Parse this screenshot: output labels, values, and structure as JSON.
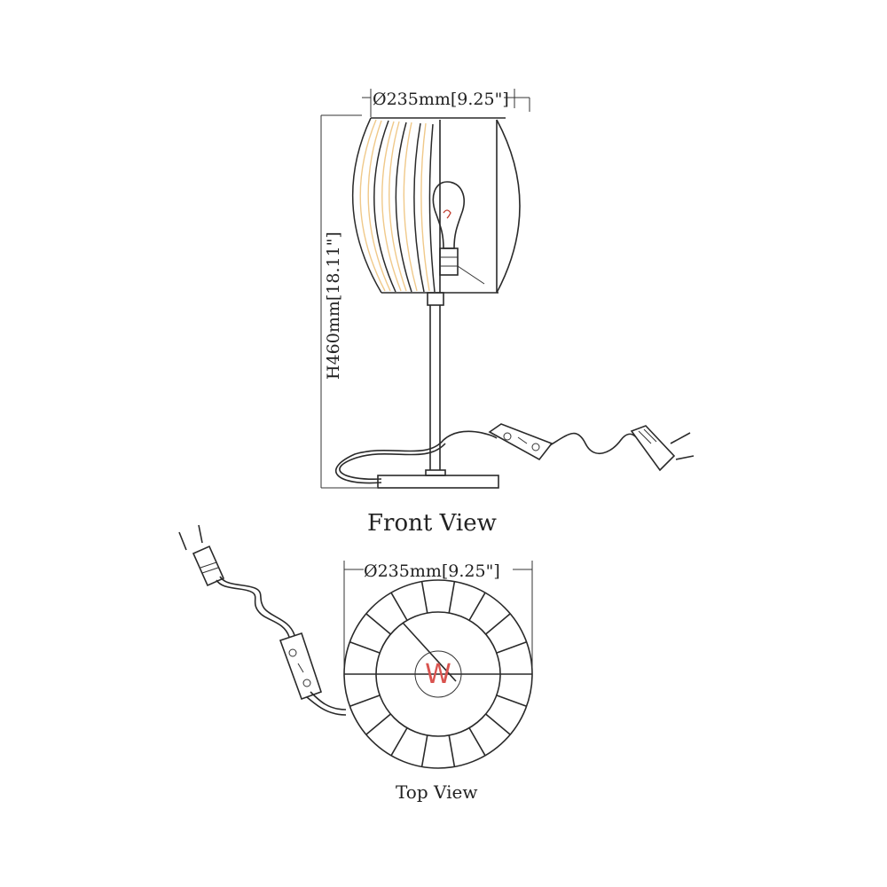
{
  "front_view": {
    "label": "Front View",
    "width_dim": "Ø235mm[9.25\"]",
    "height_dim": "H460mm[18.11\"]"
  },
  "top_view": {
    "label": "Top View",
    "width_dim": "Ø235mm[9.25\"]",
    "center_mark": "W"
  },
  "colors": {
    "line": "#2a2a2a",
    "rib_highlight": "#f0c98a",
    "bulb_filament": "#c0392b",
    "center_mark": "#d9534f"
  }
}
